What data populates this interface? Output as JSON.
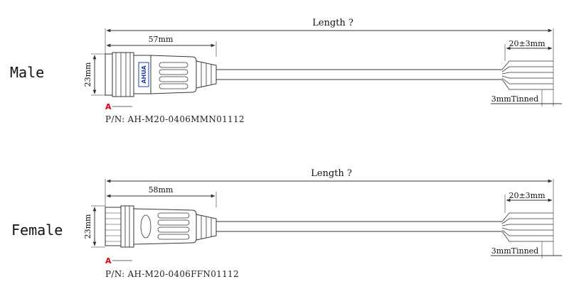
{
  "male": {
    "title": "Male",
    "length_label": "Length ?",
    "connector_length": "57mm",
    "diameter": "23mm",
    "strip_length": "20±3mm",
    "tinned": "3mmTinned",
    "marker": "A",
    "part_number": "P/N: AH-M20-0406MMN01112",
    "logo_text": "AHUA"
  },
  "female": {
    "title": "Female",
    "length_label": "Length ?",
    "connector_length": "58mm",
    "diameter": "23mm",
    "strip_length": "20±3mm",
    "tinned": "3mmTinned",
    "marker": "A",
    "part_number": "P/N: AH-M20-0406FFN01112"
  },
  "colors": {
    "marker": "#e0001a",
    "logo": "#1a3fb0",
    "line": "#333333"
  }
}
